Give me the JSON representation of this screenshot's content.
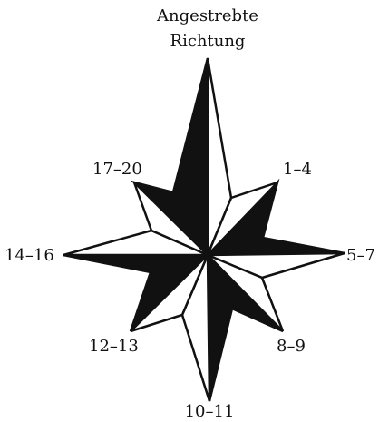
{
  "title_line_1": "Angestrebte",
  "title_line_2": "Richtung",
  "labels": {
    "ne": "1–4",
    "e": "5–7",
    "se": "8–9",
    "s": "10–11",
    "sw": "12–13",
    "w": "14–16",
    "nw": "17–20"
  },
  "colors": {
    "ink": "#111111",
    "paper": "#ffffff"
  }
}
